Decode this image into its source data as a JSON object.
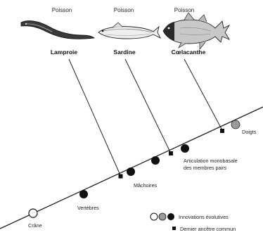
{
  "taxa": [
    {
      "category": "Poisson",
      "name": "Lamproie",
      "animal": "lamprey-drawing"
    },
    {
      "category": "Poisson",
      "name": "Sardine",
      "animal": "sardine-drawing"
    },
    {
      "category": "Poisson",
      "name": "Cœlacanthe",
      "animal": "coelacanth-drawing"
    }
  ],
  "characters": {
    "crane": "Crâne",
    "vertebres": "Vertèbres",
    "machoires": "Mâchoires",
    "articulation_line1": "Articulation monobasale",
    "articulation_line2": "des membres pairs",
    "doigts": "Doigts"
  },
  "legend": {
    "innovations": "Innovations évolutives",
    "ancestor": "Dernier ancêtre commun"
  },
  "colors": {
    "innovation_fill_dark": "#111111",
    "innovation_fill_gray": "#9a9a9a",
    "innovation_fill_white": "#ffffff",
    "ancestor_square": "#111111",
    "line": "#222222"
  }
}
